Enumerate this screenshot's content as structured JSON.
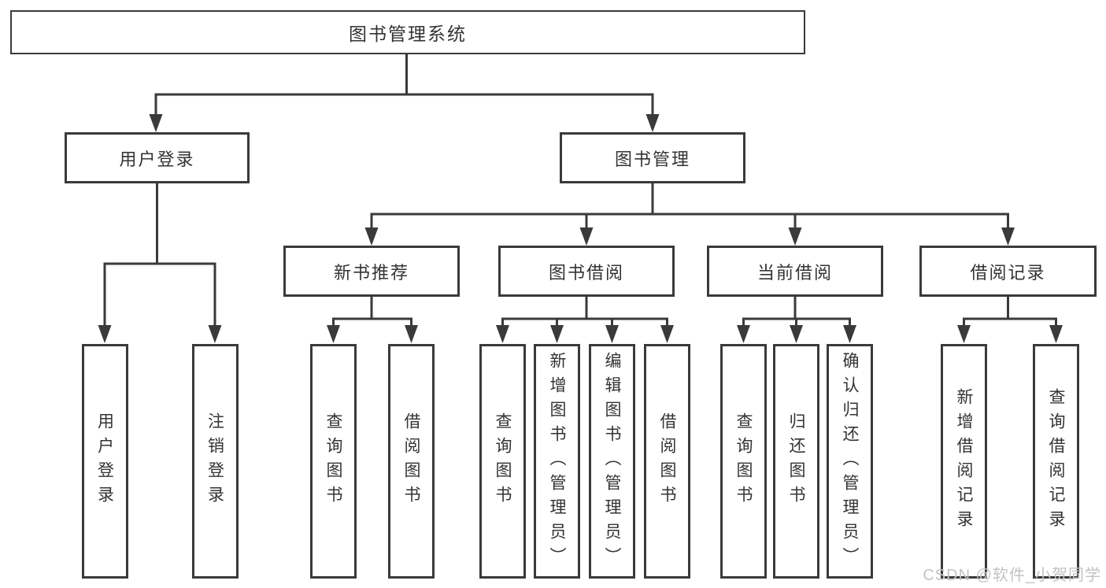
{
  "colors": {
    "line": "#3a3a3a",
    "text": "#333333",
    "background": "#ffffff",
    "watermark": "#c4c2c2"
  },
  "tree": {
    "root": {
      "label": "图书管理系统"
    },
    "branches": [
      {
        "label": "用户登录",
        "children": [
          "用户登录",
          "注销登录"
        ]
      },
      {
        "label": "图书管理",
        "groups": [
          {
            "label": "新书推荐",
            "children": [
              "查询图书",
              "借阅图书"
            ]
          },
          {
            "label": "图书借阅",
            "children": [
              "查询图书",
              "新增图书（管理员）",
              "编辑图书（管理员）",
              "借阅图书"
            ]
          },
          {
            "label": "当前借阅",
            "children": [
              "查询图书",
              "归还图书",
              "确认归还（管理员）"
            ]
          },
          {
            "label": "借阅记录",
            "children": [
              "新增借阅记录",
              "查询借阅记录"
            ]
          }
        ]
      }
    ]
  },
  "watermark": {
    "text": "CSDN @软件_小贺同学"
  }
}
